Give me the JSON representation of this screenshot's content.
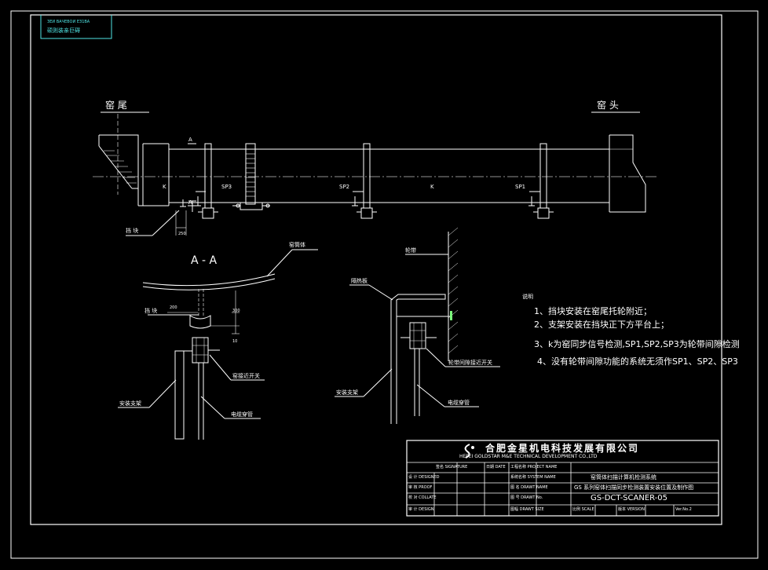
{
  "stamp": {
    "line1": "ЗЕИ ВАЧЕВОИ ЕЗ1ВА",
    "line2": "硕则装亲巨碍"
  },
  "kiln": {
    "tail_label": "窑 尾",
    "head_label": "窑 头",
    "section_marker_top": "A",
    "section_marker_bottom": "A",
    "k_left": "K",
    "k_mid": "K",
    "sp1": "SP1",
    "sp2": "SP2",
    "sp3": "SP3",
    "block_label": "挡 块",
    "dim_250": "250"
  },
  "section_aa": {
    "title": "A - A",
    "kiln_body_label": "窑筒体",
    "block_label": "挡 块",
    "dim_200": "200",
    "dim_300": "300",
    "dim_10": "10",
    "switch_label": "窑接近开关",
    "bracket_label": "安装支架",
    "conduit_label": "电缆穿管"
  },
  "detail_right": {
    "tire_label": "轮带",
    "shield_label": "隔热板",
    "switch_label": "轮带间隙接近开关",
    "bracket_label": "安装支架",
    "conduit_label": "电缆穿管"
  },
  "notes": {
    "title": "说明",
    "items": [
      "1、挡块安装在窑尾托轮附近；",
      "2、支架安装在挡块正下方平台上；",
      "3、k为窑同步信号检测,SP1,SP2,SP3为轮带间隙检测",
      "4、没有轮带间隙功能的系统无须作SP1、SP2、SP3"
    ]
  },
  "title_block": {
    "company_cn": "合肥金星机电科技发展有限公司",
    "company_en": "HEFEI GOLDSTAR M&E TECHNICAL DEVELOPMENT CO.,LTD",
    "rows": [
      [
        "",
        "签名 SIGNATURE",
        "日期 DATE",
        "工程名称 PROJECT NAME",
        ""
      ],
      [
        "设 计 DESIGNED",
        "",
        "",
        "系统名称 SYSTEM NAME",
        "窑筒体扫描计算机检测系统"
      ],
      [
        "审 核 PROOF",
        "",
        "",
        "图 名 DRAWT NAME",
        "GS 系列窑体扫描同步检测装置安装位置及制作图"
      ],
      [
        "校 对 COLLATE",
        "",
        "",
        "图 号 DRAWT No.",
        "GS-DCT-SCANER-05"
      ],
      [
        "审 计 DESIGN",
        "",
        "",
        "图幅 DRAWT SIZE",
        "比例 SCALE",
        "版本 VERSION",
        "Ver.No.2"
      ]
    ]
  }
}
